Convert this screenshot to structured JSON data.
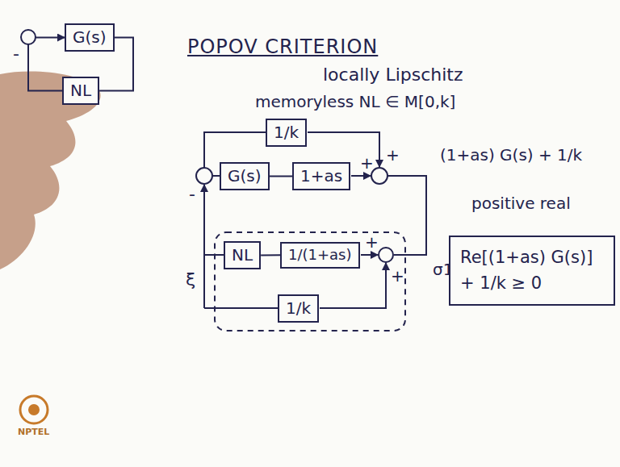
{
  "diagram": {
    "title": "POPOV CRITERION",
    "nodes": [
      {
        "text": [
          "G(s)"
        ]
      },
      {
        "text": [
          "NL"
        ]
      },
      {
        "text": [
          "1/k"
        ]
      },
      {
        "text": [
          "G(s)"
        ]
      },
      {
        "text": [
          "1+as"
        ]
      },
      {
        "text": [
          "NL"
        ]
      },
      {
        "text": [
          "1/(1+as)"
        ]
      },
      {
        "text": [
          "1/k"
        ]
      },
      {
        "text": [
          "Re[(1+as) G(s)] + 1/k ≥ 0"
        ]
      }
    ],
    "edges": [
      {
        "from": 0,
        "to": 1,
        "arrow": "none"
      },
      {
        "from": 1,
        "to": 0,
        "arrow": "to"
      },
      {
        "from": 3,
        "to": 4,
        "arrow": "none"
      },
      {
        "from": 5,
        "to": 6,
        "arrow": "none"
      }
    ],
    "labels": [
      "locally Lipschitz",
      "memoryless NL ∈ M[0,k]",
      "-",
      "+",
      "+",
      "-",
      "+",
      "+",
      "σ1",
      "ξ",
      "(1+as) G(s) + 1/k",
      "positive real",
      "NPTEL"
    ]
  }
}
